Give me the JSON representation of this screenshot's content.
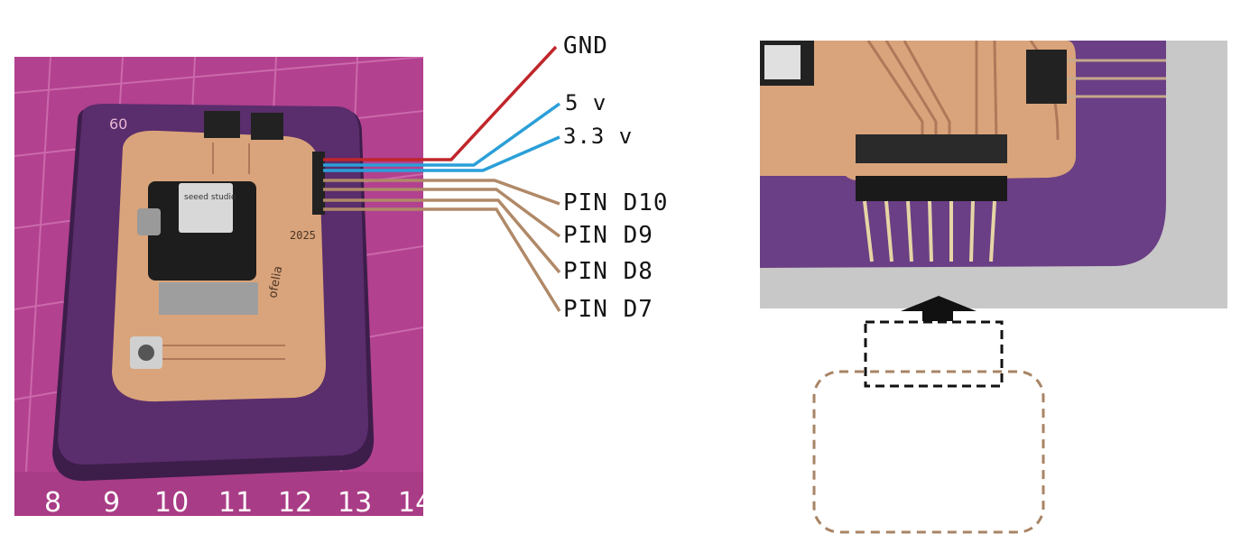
{
  "labels": {
    "gnd": "GND",
    "v5": "5 v",
    "v33": "3.3 v",
    "d10": "PIN D10",
    "d9": "PIN D9",
    "d8": "PIN D8",
    "d7": "PIN D7"
  },
  "photo_text": {
    "ruler_numbers": [
      "8",
      "9",
      "10",
      "11",
      "12",
      "13",
      "14"
    ],
    "ruler_top": "60",
    "module_brand": "seeed studio",
    "year": "2025",
    "pcb_name": "ofelia"
  },
  "colors": {
    "gnd_wire": "#c0262a",
    "power_wire": "#2a9fd8",
    "signal_wire": "#b08968",
    "mat": "#b2418f",
    "case": "#5a2d6c",
    "copper": "#d9a47b"
  }
}
